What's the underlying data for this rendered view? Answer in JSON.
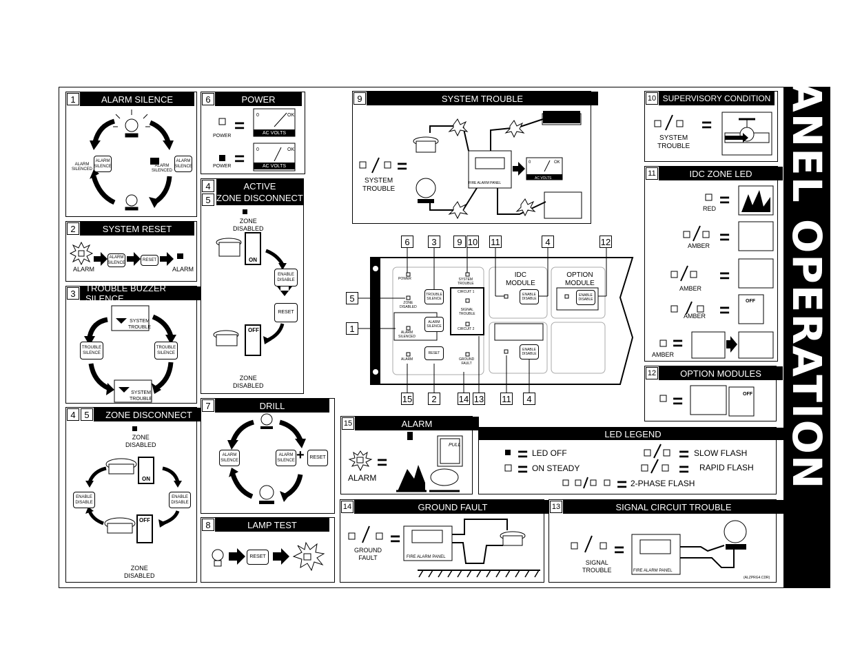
{
  "title": "PANEL OPERATION",
  "panels": {
    "p1": {
      "num": "1",
      "title": "ALARM  SILENCE",
      "labels": {
        "alarm_silenced": "ALARM\nSILENCED",
        "btn": "ALARM\nSILENCE"
      }
    },
    "p2": {
      "num": "2",
      "title": "SYSTEM RESET",
      "alarm1": "ALARM",
      "alarm2": "ALARM",
      "btn1": "ALARM\nSILENCE",
      "btn2": "RESET"
    },
    "p3": {
      "num": "3",
      "title": "TROUBLE BUZZER SILENCE",
      "sys1": "SYSTEM\nTROUBLE",
      "sys2": "SYSTEM\nTROUBLE",
      "btn": "TROUBLE\nSILENCE"
    },
    "p45": {
      "num1": "4",
      "num2": "5",
      "title": "ZONE DISCONNECT",
      "zd1": "ZONE\nDISABLED",
      "zd2": "ZONE\nDISABLED",
      "on": "ON",
      "off": "OFF",
      "btn": "ENABLE\nDISABLE"
    },
    "p6": {
      "num": "6",
      "title": "POWER",
      "power1": "POWER",
      "power2": "POWER",
      "volts": "AC VOLTS",
      "zero": "0",
      "ok": "OK"
    },
    "p4a": {
      "num1": "4",
      "num2": "5",
      "title1": "ACTIVE",
      "title2": "ZONE DISCONNECT",
      "zd1": "ZONE\nDISABLED",
      "zd2": "ZONE\nDISABLED",
      "on": "ON",
      "off": "OFF",
      "btn1": "ENABLE\nDISABLE",
      "btn2": "RESET"
    },
    "p7": {
      "num": "7",
      "title": "DRILL",
      "btn1": "ALARM\nSILENCE",
      "btn2": "ALARM\nSILENCE",
      "btn3": "RESET"
    },
    "p8": {
      "num": "8",
      "title": "LAMP TEST",
      "btn": "RESET"
    },
    "p9": {
      "num": "9",
      "title": "SYSTEM TROUBLE",
      "sys": "SYSTEM\nTROUBLE",
      "fap": "FIRE ALARM PANEL",
      "volts": "AC VOLTS",
      "zero": "0",
      "ok": "OK"
    },
    "p10": {
      "num": "10",
      "title": "SUPERVISORY CONDITION",
      "sys": "SYSTEM\nTROUBLE"
    },
    "p11": {
      "num": "11",
      "title": "IDC ZONE LED",
      "red": "RED",
      "amber1": "AMBER",
      "amber2": "AMBER",
      "amber3": "AMBER",
      "amber4": "AMBER",
      "off": "OFF"
    },
    "p12": {
      "num": "12",
      "title": "OPTION MODULES",
      "off": "OFF"
    },
    "p15": {
      "num": "15",
      "title": "ALARM",
      "alarm": "ALARM",
      "pull": "PULL"
    },
    "legend": {
      "title": "LED LEGEND",
      "off": "LED OFF",
      "steady": "ON STEADY",
      "slow": "SLOW FLASH",
      "rapid": "RAPID FLASH",
      "phase": "2-PHASE FLASH"
    },
    "p14": {
      "num": "14",
      "title": "GROUND FAULT",
      "gf": "GROUND\nFAULT",
      "fap": "FIRE ALARM PANEL"
    },
    "p13": {
      "num": "13",
      "title": "SIGNAL CIRCUIT TROUBLE",
      "sct": "SIGNAL\nTROUBLE",
      "fap": "FIRE ALARM PANEL",
      "code": "(ALZPRG4.CDR)"
    }
  },
  "center": {
    "power": "POWER",
    "trouble_silence": "TROUBLE\nSILENCE",
    "system_trouble": "SYSTEM\nTROUBLE",
    "circuit1": "CIRCUIT 1",
    "signal_trouble": "SIGNAL\nTROUBLE",
    "circuit2": "CIRCUIT 2",
    "idc_module": "IDC\nMODULE",
    "option_module": "OPTION\nMODULE",
    "enable_disable": "ENABLE\nDISABLE",
    "zone_disabled": "ZONE\nDISABLED",
    "alarm_silence": "ALARM\nSILENCE",
    "alarm_silenced": "ALARM\nSILENCED",
    "reset": "RESET",
    "alarm": "ALARM",
    "ground_fault": "GROUND\nFAULT",
    "callouts_top": [
      "6",
      "3",
      "9",
      "10",
      "11",
      "4",
      "12"
    ],
    "callouts_left": [
      "5",
      "1"
    ],
    "callouts_bottom": [
      "15",
      "2",
      "14",
      "13",
      "11",
      "4"
    ]
  }
}
